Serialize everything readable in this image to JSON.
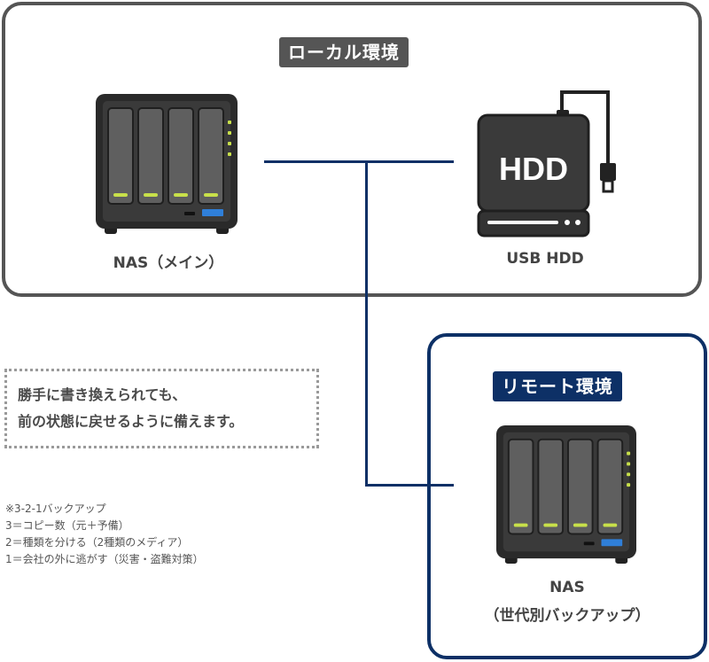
{
  "sections": {
    "local": {
      "title": "ローカル環境"
    },
    "remote": {
      "title": "リモート環境"
    }
  },
  "devices": {
    "nas_main": {
      "label": "NAS（メイン）"
    },
    "usb_hdd": {
      "label": "USB HDD",
      "body_text": "HDD"
    },
    "nas_remote": {
      "label_line1": "NAS",
      "label_line2": "（世代別バックアップ）"
    }
  },
  "note": {
    "line1": "勝手に書き換えられても、",
    "line2": "前の状態に戻せるように備えます。"
  },
  "footnote": {
    "lines": [
      "※3-2-1バックアップ",
      "3＝コピー数（元＋予備）",
      "2＝種類を分ける（2種類のメディア）",
      "1＝会社の外に逃がす（災害・盗難対策）"
    ]
  },
  "colors": {
    "local_border": "#555555",
    "remote_border": "#0d3066",
    "connector": "#0d3066",
    "led": "#c8e04a",
    "usb_port": "#2f7fd9"
  },
  "icons": [
    "nas-device-icon",
    "usb-hdd-icon",
    "usb-cable-icon"
  ]
}
